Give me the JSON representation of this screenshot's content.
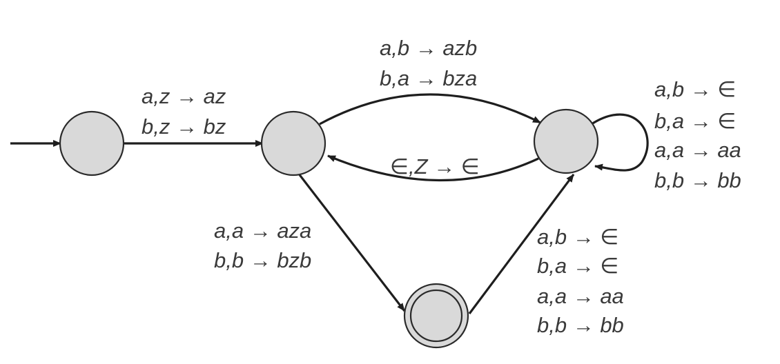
{
  "diagram": {
    "colors": {
      "state_fill": "#d9d9d9",
      "stroke": "#1e1e1e",
      "text": "#3a3a3a",
      "background": "#ffffff"
    },
    "states": [
      {
        "id": "q0",
        "initial": true,
        "accepting": false
      },
      {
        "id": "q1",
        "initial": false,
        "accepting": false
      },
      {
        "id": "q2",
        "initial": false,
        "accepting": false
      },
      {
        "id": "q3",
        "initial": false,
        "accepting": true
      }
    ],
    "transitions": [
      {
        "from": "q0",
        "to": "q1",
        "labels": [
          "a,z → az",
          "b,z → bz"
        ]
      },
      {
        "from": "q1",
        "to": "q2",
        "labels": [
          "a,b → azb",
          "b,a → bza"
        ]
      },
      {
        "from": "q2",
        "to": "q1",
        "labels": [
          "∈,Z → ∈"
        ]
      },
      {
        "from": "q2",
        "to": "q2",
        "labels": [
          "a,b → ∈",
          "b,a → ∈",
          "a,a → aa",
          "b,b → bb"
        ]
      },
      {
        "from": "q1",
        "to": "q3",
        "labels": [
          "a,a → aza",
          "b,b → bzb"
        ]
      },
      {
        "from": "q3",
        "to": "q2",
        "labels": [
          "a,b → ∈",
          "b,a → ∈",
          "a,a → aa",
          "b,b → bb"
        ]
      }
    ]
  }
}
